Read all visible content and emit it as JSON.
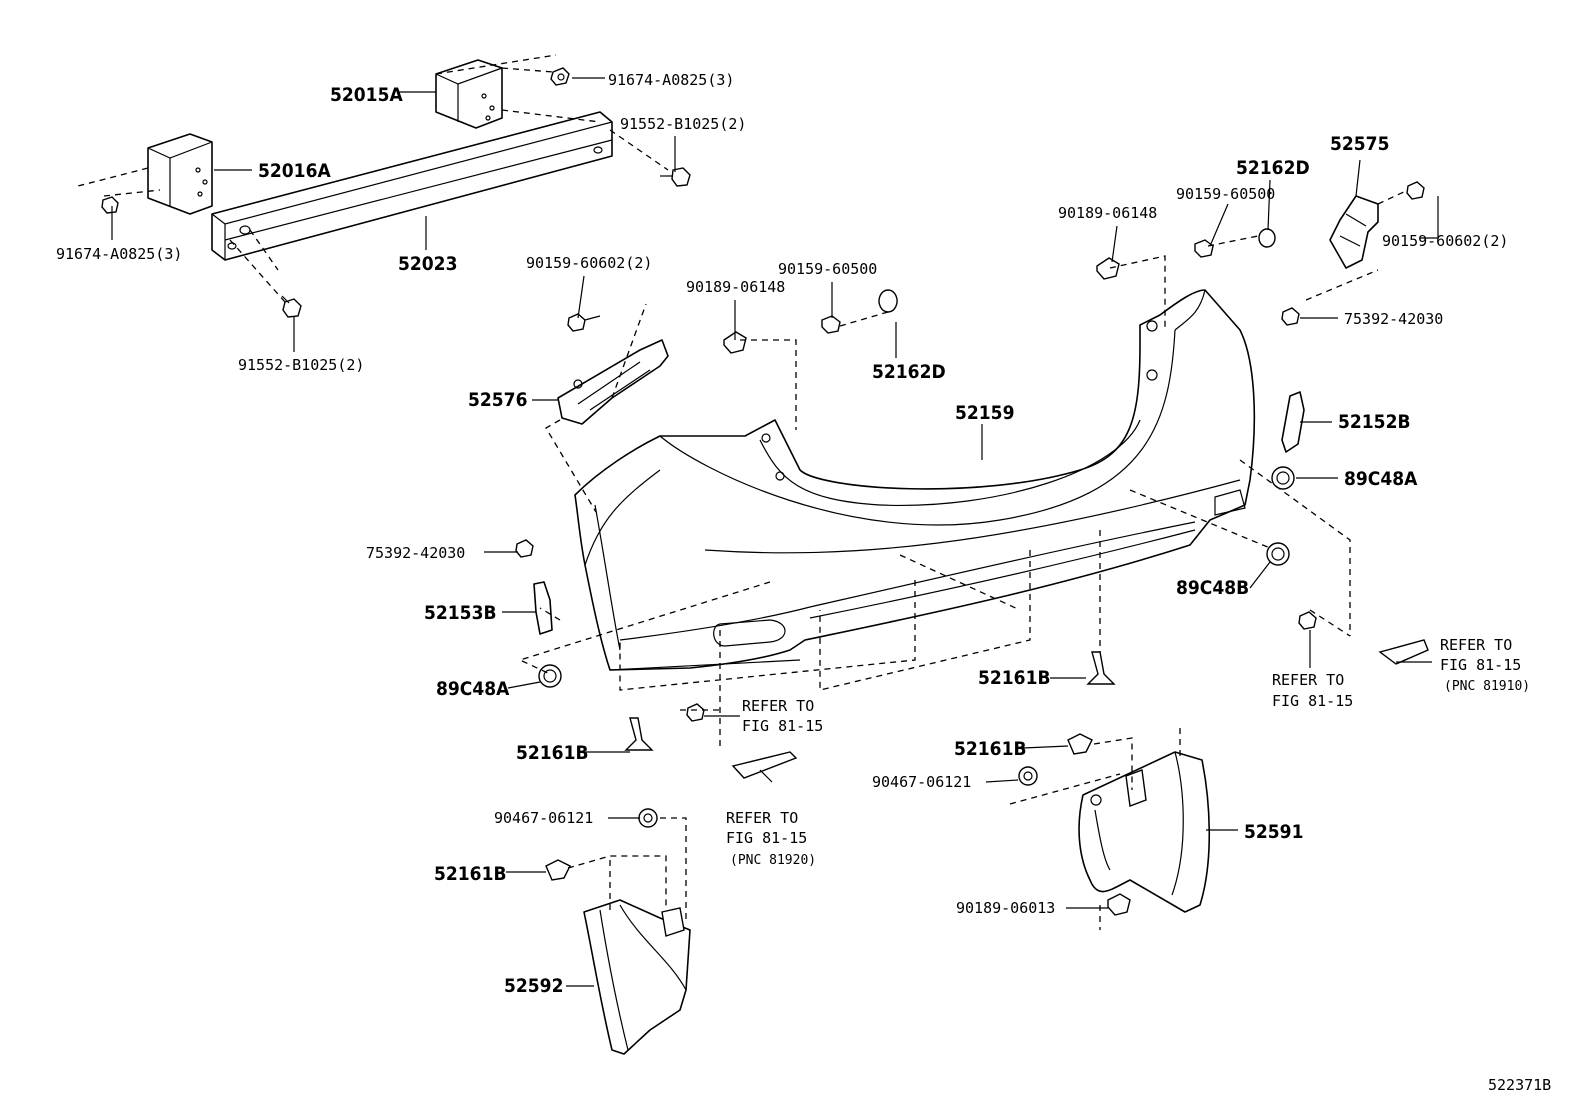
{
  "labels": {
    "p52015A": "52015A",
    "p91674_top": "91674-A0825(3)",
    "p91552_top": "91552-B1025(2)",
    "p52016A": "52016A",
    "p91674_left": "91674-A0825(3)",
    "p52023": "52023",
    "p91552_bottom": "91552-B1025(2)",
    "p52162D_right": "52162D",
    "p52575": "52575",
    "p90159_60500_right": "90159-60500",
    "p90189_06148_right": "90189-06148",
    "p90159_60602_right": "90159-60602(2)",
    "p75392_right": "75392-42030",
    "p90159_60602_left": "90159-60602(2)",
    "p90159_60500_left": "90159-60500",
    "p90189_06148_left": "90189-06148",
    "p52162D_left": "52162D",
    "p52576": "52576",
    "p52159": "52159",
    "p52152B": "52152B",
    "p89C48A_right": "89C48A",
    "p75392_left": "75392-42030",
    "p89C48B": "89C48B",
    "p52153B": "52153B",
    "p89C48A_left": "89C48A",
    "p52161B_center": "52161B",
    "p52161B_left": "52161B",
    "p52161B_right": "52161B",
    "p90467_right": "90467-06121",
    "p90467_left": "90467-06121",
    "p52161B_lower": "52161B",
    "p52591": "52591",
    "p90189_06013": "90189-06013",
    "p52592": "52592"
  },
  "refs": {
    "refer_center_1": "REFER TO",
    "refer_center_2": "FIG 81-15",
    "refer_lower_1": "REFER TO",
    "refer_lower_2": "FIG 81-15",
    "refer_lower_3": "(PNC 81920)",
    "refer_right_1": "REFER TO",
    "refer_right_2": "FIG 81-15",
    "refer_far_1": "REFER TO",
    "refer_far_2": "FIG 81-15",
    "refer_far_3": "(PNC 81910)"
  },
  "figure_id": "522371B"
}
